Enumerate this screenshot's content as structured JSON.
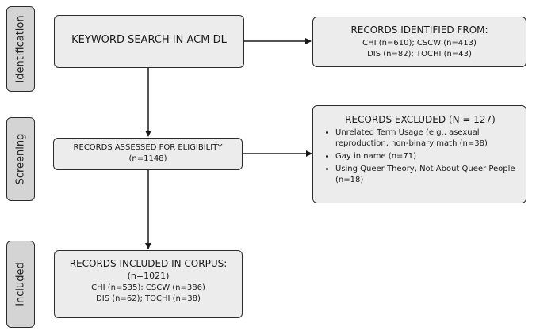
{
  "stages": {
    "identification": "Identification",
    "screening": "Screening",
    "included": "Included"
  },
  "search_box": {
    "label": "KEYWORD SEARCH IN ACM DL"
  },
  "identified_box": {
    "title": "RECORDS IDENTIFIED FROM:",
    "line1": "CHI (n=610);  CSCW (n=413)",
    "line2": "DIS (n=82); TOCHI (n=43)"
  },
  "assessed_box": {
    "title": "RECORDS ASSESSED FOR ELIGIBILITY",
    "count": "(n=1148)"
  },
  "excluded_box": {
    "title": "RECORDS EXCLUDED (N = 127)",
    "items": [
      "Unrelated Term Usage (e.g., asexual reproduction, non-binary math (n=38)",
      "Gay in name (n=71)",
      "Using Queer Theory, Not About Queer People (n=18)"
    ]
  },
  "included_box": {
    "title": "RECORDS INCLUDED IN CORPUS:",
    "count": "(n=1021)",
    "line1": "CHI (n=535); CSCW (n=386)",
    "line2": "DIS (n=62); TOCHI (n=38)"
  }
}
